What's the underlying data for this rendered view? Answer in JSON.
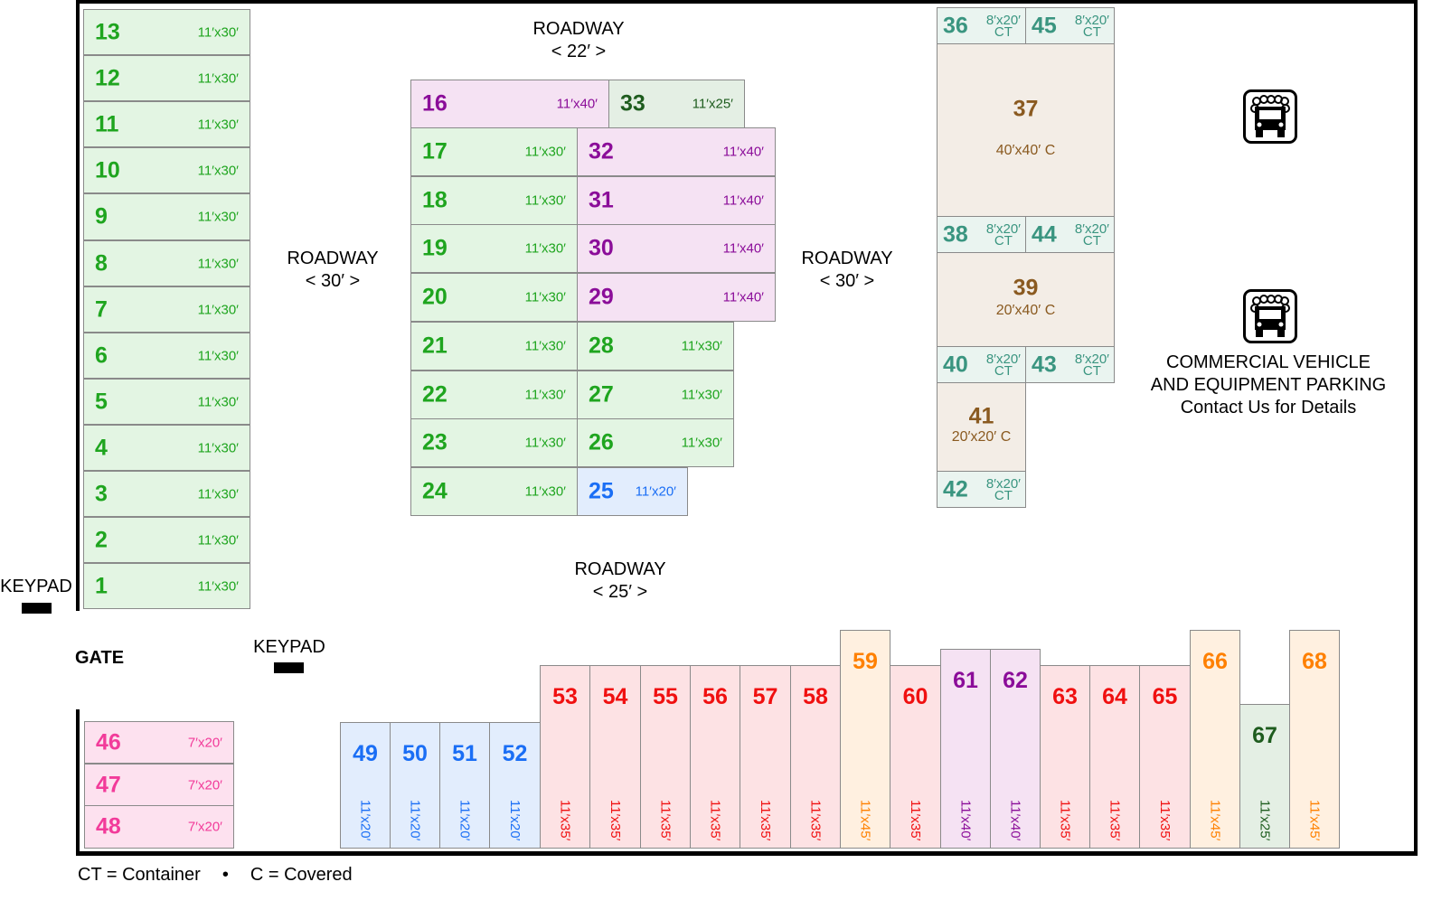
{
  "roadways": [
    {
      "name": "ROADWAY",
      "width": "< 22′ >"
    },
    {
      "name": "ROADWAY",
      "width": "< 30′ >"
    },
    {
      "name": "ROADWAY",
      "width": "< 30′ >"
    },
    {
      "name": "ROADWAY",
      "width": "< 25′ >"
    }
  ],
  "keypad_label": "KEYPAD",
  "gate_label": "GATE",
  "commercial": {
    "line1": "COMMERCIAL VEHICLE",
    "line2": "AND EQUIPMENT PARKING",
    "line3": "Contact Us for Details"
  },
  "legend": {
    "ct": "CT = Container",
    "sep": "•",
    "c": "C = Covered"
  },
  "colors": {
    "green": [
      "#e3f5e3",
      "#1fa51f"
    ],
    "purple": [
      "#f5e2f3",
      "#8b0d99"
    ],
    "darkgreen": [
      "#e4efe4",
      "#1e5c1e"
    ],
    "blue": [
      "#e2edfd",
      "#1a6ef5"
    ],
    "teal": [
      "#eaf4f0",
      "#3a9580"
    ],
    "brown": [
      "#f3ede6",
      "#8a5a20"
    ],
    "pink": [
      "#fde1ef",
      "#f23b9a"
    ],
    "red": [
      "#fde2e4",
      "#f01010"
    ],
    "orange": [
      "#fff0e0",
      "#ff8000"
    ]
  },
  "units": [
    {
      "num": "13",
      "size": "11′x30′",
      "color": "green"
    },
    {
      "num": "12",
      "size": "11′x30′",
      "color": "green"
    },
    {
      "num": "11",
      "size": "11′x30′",
      "color": "green"
    },
    {
      "num": "10",
      "size": "11′x30′",
      "color": "green"
    },
    {
      "num": "9",
      "size": "11′x30′",
      "color": "green"
    },
    {
      "num": "8",
      "size": "11′x30′",
      "color": "green"
    },
    {
      "num": "7",
      "size": "11′x30′",
      "color": "green"
    },
    {
      "num": "6",
      "size": "11′x30′",
      "color": "green"
    },
    {
      "num": "5",
      "size": "11′x30′",
      "color": "green"
    },
    {
      "num": "4",
      "size": "11′x30′",
      "color": "green"
    },
    {
      "num": "3",
      "size": "11′x30′",
      "color": "green"
    },
    {
      "num": "2",
      "size": "11′x30′",
      "color": "green"
    },
    {
      "num": "1",
      "size": "11′x30′",
      "color": "green"
    },
    {
      "num": "16",
      "size": "11′x40′",
      "color": "purple"
    },
    {
      "num": "33",
      "size": "11′x25′",
      "color": "darkgreen"
    },
    {
      "num": "17",
      "size": "11′x30′",
      "color": "green"
    },
    {
      "num": "32",
      "size": "11′x40′",
      "color": "purple"
    },
    {
      "num": "18",
      "size": "11′x30′",
      "color": "green"
    },
    {
      "num": "31",
      "size": "11′x40′",
      "color": "purple"
    },
    {
      "num": "19",
      "size": "11′x30′",
      "color": "green"
    },
    {
      "num": "30",
      "size": "11′x40′",
      "color": "purple"
    },
    {
      "num": "20",
      "size": "11′x30′",
      "color": "green"
    },
    {
      "num": "29",
      "size": "11′x40′",
      "color": "purple"
    },
    {
      "num": "21",
      "size": "11′x30′",
      "color": "green"
    },
    {
      "num": "28",
      "size": "11′x30′",
      "color": "green"
    },
    {
      "num": "22",
      "size": "11′x30′",
      "color": "green"
    },
    {
      "num": "27",
      "size": "11′x30′",
      "color": "green"
    },
    {
      "num": "23",
      "size": "11′x30′",
      "color": "green"
    },
    {
      "num": "26",
      "size": "11′x30′",
      "color": "green"
    },
    {
      "num": "24",
      "size": "11′x30′",
      "color": "green"
    },
    {
      "num": "25",
      "size": "11′x20′",
      "color": "blue"
    },
    {
      "num": "36",
      "size": "8′x20′",
      "type": "CT",
      "color": "teal"
    },
    {
      "num": "45",
      "size": "8′x20′",
      "type": "CT",
      "color": "teal"
    },
    {
      "num": "37",
      "size": "40′x40′ C",
      "color": "brown"
    },
    {
      "num": "38",
      "size": "8′x20′",
      "type": "CT",
      "color": "teal"
    },
    {
      "num": "44",
      "size": "8′x20′",
      "type": "CT",
      "color": "teal"
    },
    {
      "num": "39",
      "size": "20′x40′ C",
      "color": "brown"
    },
    {
      "num": "40",
      "size": "8′x20′",
      "type": "CT",
      "color": "teal"
    },
    {
      "num": "43",
      "size": "8′x20′",
      "type": "CT",
      "color": "teal"
    },
    {
      "num": "41",
      "size": "20′x20′ C",
      "color": "brown"
    },
    {
      "num": "42",
      "size": "8′x20′",
      "type": "CT",
      "color": "teal"
    },
    {
      "num": "46",
      "size": "7′x20′",
      "color": "pink"
    },
    {
      "num": "47",
      "size": "7′x20′",
      "color": "pink"
    },
    {
      "num": "48",
      "size": "7′x20′",
      "color": "pink"
    },
    {
      "num": "49",
      "size": "11′x20′",
      "color": "blue"
    },
    {
      "num": "50",
      "size": "11′x20′",
      "color": "blue"
    },
    {
      "num": "51",
      "size": "11′x20′",
      "color": "blue"
    },
    {
      "num": "52",
      "size": "11′x20′",
      "color": "blue"
    },
    {
      "num": "53",
      "size": "11′x35′",
      "color": "red"
    },
    {
      "num": "54",
      "size": "11′x35′",
      "color": "red"
    },
    {
      "num": "55",
      "size": "11′x35′",
      "color": "red"
    },
    {
      "num": "56",
      "size": "11′x35′",
      "color": "red"
    },
    {
      "num": "57",
      "size": "11′x35′",
      "color": "red"
    },
    {
      "num": "58",
      "size": "11′x35′",
      "color": "red"
    },
    {
      "num": "59",
      "size": "11′x45′",
      "color": "orange"
    },
    {
      "num": "60",
      "size": "11′x35′",
      "color": "red"
    },
    {
      "num": "61",
      "size": "11′x40′",
      "color": "purple"
    },
    {
      "num": "62",
      "size": "11′x40′",
      "color": "purple"
    },
    {
      "num": "63",
      "size": "11′x35′",
      "color": "red"
    },
    {
      "num": "64",
      "size": "11′x35′",
      "color": "red"
    },
    {
      "num": "65",
      "size": "11′x35′",
      "color": "red"
    },
    {
      "num": "66",
      "size": "11′x45′",
      "color": "orange"
    },
    {
      "num": "67",
      "size": "11′x25′",
      "color": "darkgreen"
    },
    {
      "num": "68",
      "size": "11′x45′",
      "color": "orange"
    }
  ]
}
